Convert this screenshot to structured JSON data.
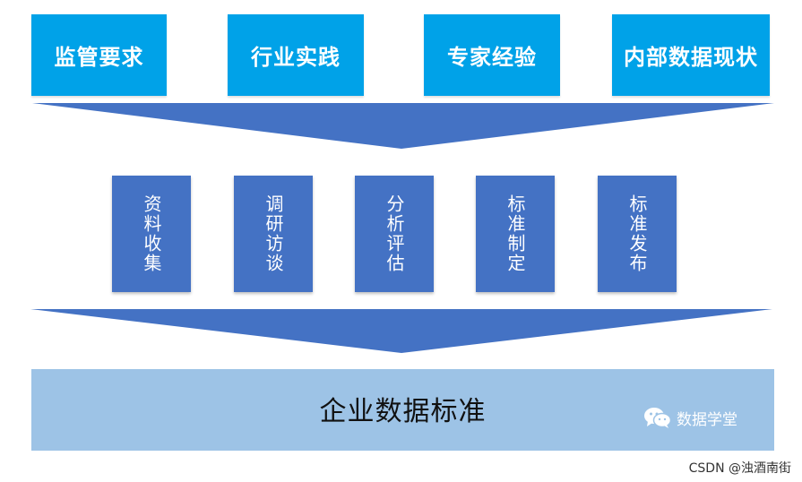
{
  "top_row": [
    "监管要求",
    "行业实践",
    "专家经验",
    "内部数据现状"
  ],
  "middle_row": [
    "资料收集",
    "调研访谈",
    "分析评估",
    "标准制定",
    "标准发布"
  ],
  "bottom_title": "企业数据标准",
  "wechat_label": "数据学堂",
  "watermark": "CSDN @浊酒南街",
  "colors": {
    "top_box": "#00a2e8",
    "arrow": "#4472c4",
    "middle_box": "#4472c4",
    "bottom_bar": "#9dc3e6"
  }
}
